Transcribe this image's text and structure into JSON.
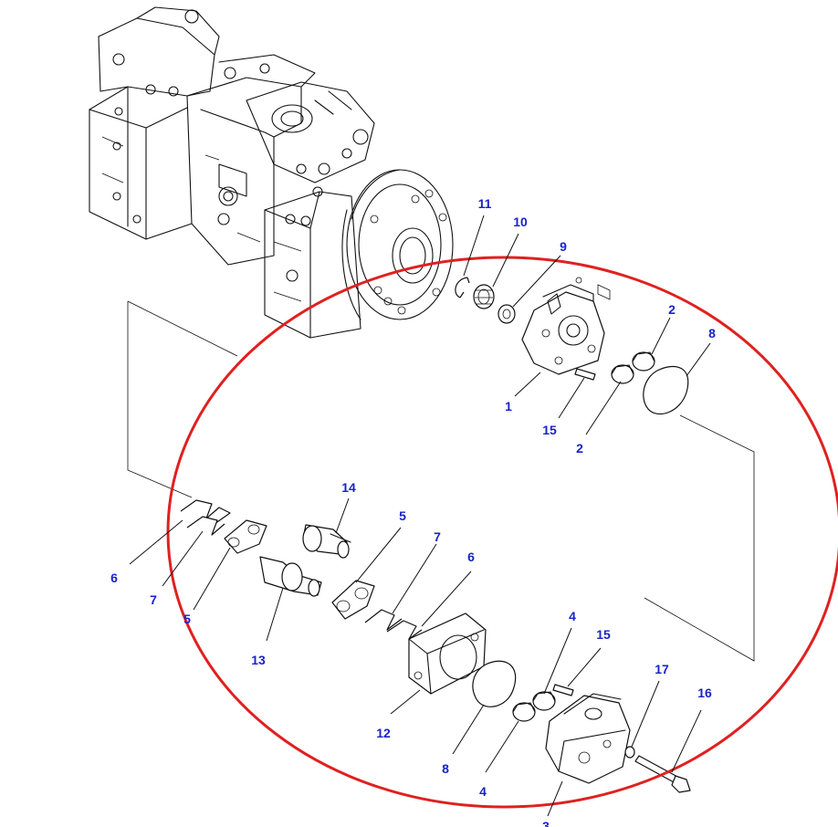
{
  "diagram": {
    "highlight_color": "#e02020",
    "callout_color": "#1a22c8",
    "callouts": [
      "11",
      "10",
      "9",
      "2",
      "8",
      "1",
      "15",
      "2",
      "14",
      "5",
      "7",
      "6",
      "6",
      "7",
      "5",
      "13",
      "12",
      "8",
      "4",
      "15",
      "17",
      "16",
      "4",
      "3"
    ]
  }
}
